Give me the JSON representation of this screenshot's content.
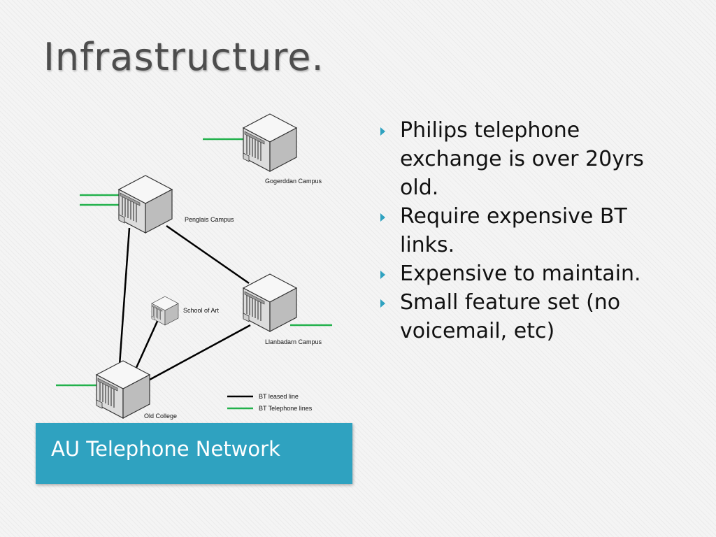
{
  "slide": {
    "title": "Infrastructure."
  },
  "diagram": {
    "nodes": [
      {
        "id": "gogerddan",
        "label": "Gogerddan Campus",
        "icon": "telephone-exchange-icon"
      },
      {
        "id": "penglais",
        "label": "Penglais Campus",
        "icon": "telephone-exchange-icon"
      },
      {
        "id": "school_of_art",
        "label": "School of Art",
        "icon": "telephone-exchange-icon"
      },
      {
        "id": "llanbadarn",
        "label": "Llanbadarn Campus",
        "icon": "telephone-exchange-icon"
      },
      {
        "id": "old_college",
        "label": "Old College",
        "icon": "telephone-exchange-icon"
      }
    ],
    "links": [
      {
        "from": "penglais",
        "to": "llanbadarn",
        "type": "BT leased line"
      },
      {
        "from": "penglais",
        "to": "old_college",
        "type": "BT leased line"
      },
      {
        "from": "school_of_art",
        "to": "old_college",
        "type": "BT leased line"
      },
      {
        "from": "llanbadarn",
        "to": "old_college",
        "type": "BT leased line"
      }
    ],
    "legend": [
      {
        "label": "BT leased line",
        "color": "#000000"
      },
      {
        "label": "BT Telephone lines",
        "color": "#22b14c"
      }
    ]
  },
  "caption": "AU Telephone Network",
  "bullets": [
    "Philips telephone exchange is over 20yrs old.",
    "Require expensive BT links.",
    "Expensive to maintain.",
    "Small feature set (no voicemail, etc)"
  ],
  "colors": {
    "accent": "#2fa2c0",
    "telephone_line": "#22b14c",
    "leased_line": "#000000"
  }
}
